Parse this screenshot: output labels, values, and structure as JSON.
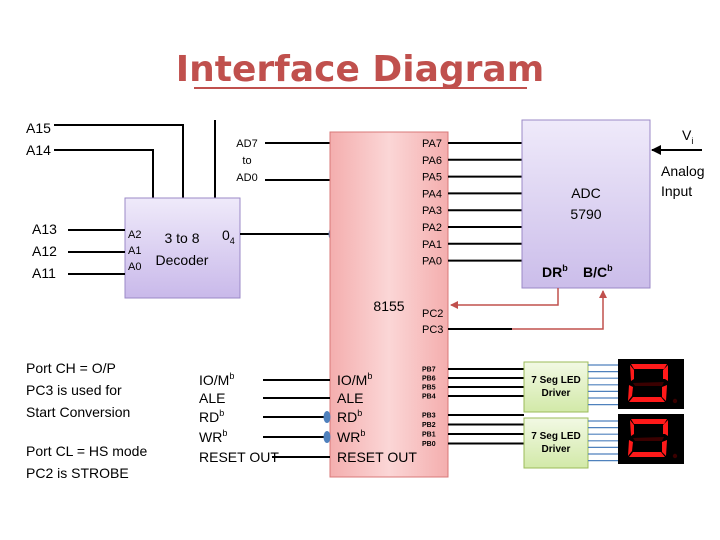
{
  "title": "Interface Diagram",
  "address_lines": {
    "a15": "A15",
    "a14": "A14",
    "a13": "A13",
    "a12": "A12",
    "a11": "A11"
  },
  "decoder": {
    "name_line1": "3 to 8",
    "name_line2": "Decoder",
    "in_a2": "A2",
    "in_a1": "A1",
    "in_a0": "A0",
    "out_main": "0",
    "out_sub": "4"
  },
  "data_bus": {
    "line1": "AD7",
    "line2": "to",
    "line3": "AD0"
  },
  "chip_8155": {
    "name": "8155",
    "port_a": [
      "PA7",
      "PA6",
      "PA5",
      "PA4",
      "PA3",
      "PA2",
      "PA1",
      "PA0"
    ],
    "port_c": [
      "PC2",
      "PC3"
    ],
    "port_b_upper": [
      "PB7",
      "PB6",
      "PB5",
      "PB4"
    ],
    "port_b_lower": [
      "PB3",
      "PB2",
      "PB1",
      "PB0"
    ],
    "control_inside": [
      {
        "main": "IO/M",
        "sup": "b"
      },
      {
        "main": "ALE",
        "sup": ""
      },
      {
        "main": "RD",
        "sup": "b"
      },
      {
        "main": "WR",
        "sup": "b"
      },
      {
        "main": "RESET OUT",
        "sup": ""
      }
    ],
    "control_outside": [
      {
        "main": "IO/M",
        "sup": "b"
      },
      {
        "main": "ALE",
        "sup": ""
      },
      {
        "main": "RD",
        "sup": "b"
      },
      {
        "main": "WR",
        "sup": "b"
      },
      {
        "main": "RESET OUT",
        "sup": ""
      }
    ]
  },
  "adc": {
    "name_line1": "ADC",
    "name_line2": "5790",
    "dr_main": "DR",
    "dr_sup": "b",
    "bc_main": "B/C",
    "bc_sup": "b",
    "vi_main": "V",
    "vi_sub": "i",
    "analog_line1": "Analog",
    "analog_line2": "Input"
  },
  "led_drivers": [
    {
      "line1": "7 Seg LED",
      "line2": "Driver"
    },
    {
      "line1": "7 Seg LED",
      "line2": "Driver"
    }
  ],
  "notes": {
    "port_ch": [
      "Port CH = O/P",
      "PC3 is used for",
      "Start Conversion"
    ],
    "port_cl": [
      "Port CL = HS mode",
      "PC2 is STROBE"
    ]
  },
  "colors": {
    "title": "#c0504d",
    "chip_8155_fill": "#f8c8c8",
    "decoder_fill": "#d9cdf0",
    "adc_fill": "#ddd5f3",
    "driver_fill": "#e2f0c4",
    "segment_on": "#ff1a1a",
    "segment_off": "#3a0000",
    "bubble": "#4f81bd",
    "strobe_wire": "#c0504d"
  }
}
